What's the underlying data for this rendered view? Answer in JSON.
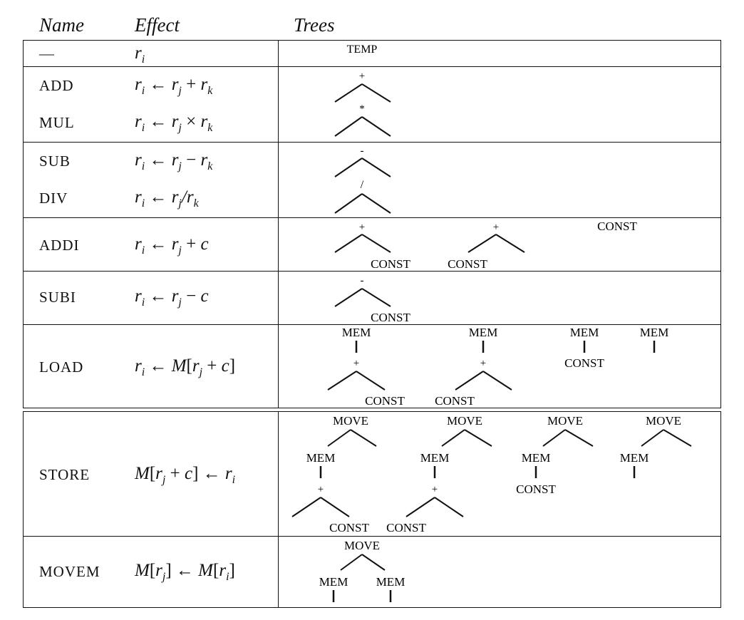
{
  "header": {
    "name": "Name",
    "effect": "Effect",
    "trees": "Trees"
  },
  "rows": [
    {
      "name": "—",
      "effect": [
        "r",
        "i"
      ]
    },
    {
      "name": "ADD",
      "effect": "ri ← rj + rk"
    },
    {
      "name": "MUL",
      "effect": "ri ← rj × rk"
    },
    {
      "name": "SUB",
      "effect": "ri ← rj − rk"
    },
    {
      "name": "DIV",
      "effect": "ri ← rj/rk"
    },
    {
      "name": "ADDI",
      "effect": "ri ← rj + c"
    },
    {
      "name": "SUBI",
      "effect": "ri ← rj − c"
    },
    {
      "name": "LOAD",
      "effect": "ri ← M[rj + c]"
    },
    {
      "name": "STORE",
      "effect": "M[rj + c] ← ri"
    },
    {
      "name": "MOVEM",
      "effect": "M[rj] ← M[ri]"
    }
  ],
  "tree_labels": {
    "temp": "TEMP",
    "plus": "+",
    "times": "*",
    "minus": "-",
    "divide": "/",
    "const": "CONST",
    "mem": "MEM",
    "move": "MOVE"
  }
}
